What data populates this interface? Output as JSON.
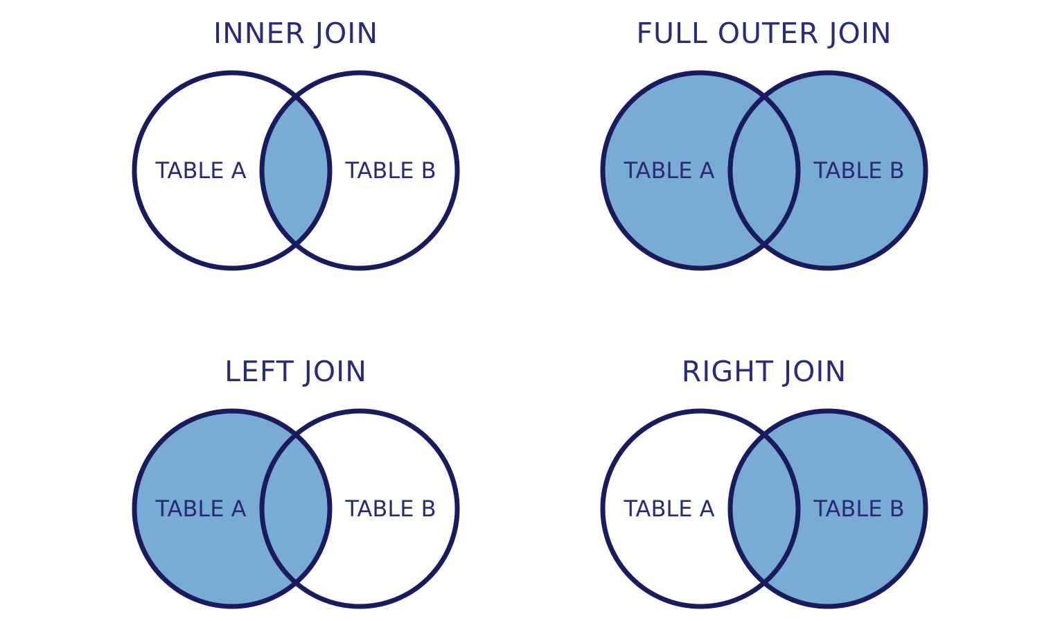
{
  "page": {
    "background": "#ffffff"
  },
  "colors": {
    "shade_fill": "#79acd4",
    "circle_stroke": "#1a1a5e",
    "text": "#2b2a78"
  },
  "diagrams": [
    {
      "id": "inner-join",
      "title": "INNER JOIN",
      "left_label": "TABLE A",
      "right_label": "TABLE B",
      "shaded": [
        "intersection"
      ]
    },
    {
      "id": "full-outer-join",
      "title": "FULL OUTER JOIN",
      "left_label": "TABLE A",
      "right_label": "TABLE B",
      "shaded": [
        "a",
        "b"
      ]
    },
    {
      "id": "left-join",
      "title": "LEFT JOIN",
      "left_label": "TABLE A",
      "right_label": "TABLE B",
      "shaded": [
        "a"
      ]
    },
    {
      "id": "right-join",
      "title": "RIGHT JOIN",
      "left_label": "TABLE A",
      "right_label": "TABLE B",
      "shaded": [
        "b"
      ]
    }
  ]
}
